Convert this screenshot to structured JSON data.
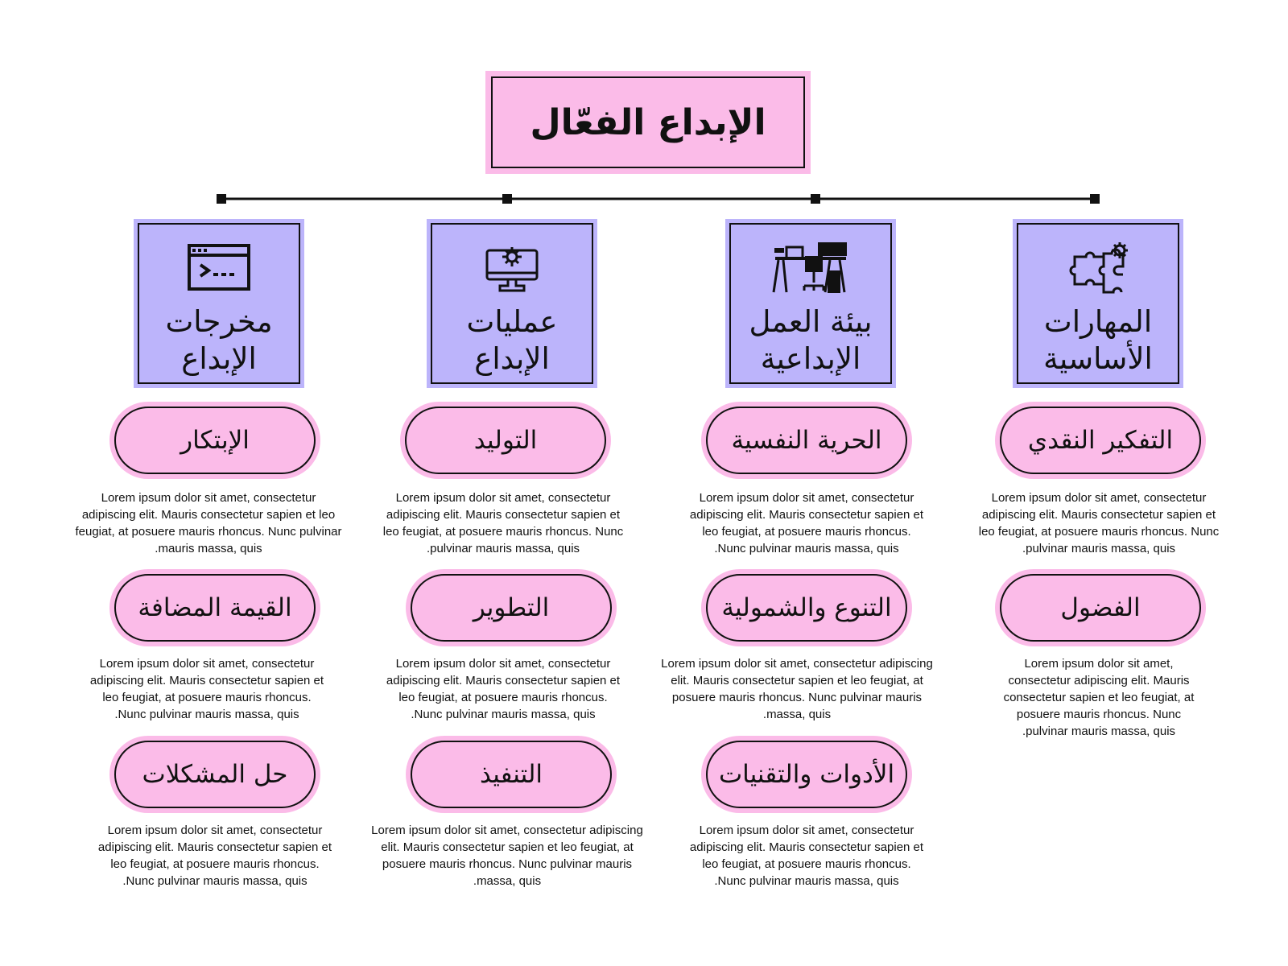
{
  "title": "الإبداع الفعّال",
  "colors": {
    "pink": "#fbbbe8",
    "lavender": "#bcb4fb",
    "ink": "#111111"
  },
  "columns": [
    {
      "header": "المهارات الأساسية",
      "icon": "puzzle-gear-icon",
      "items": [
        {
          "label": "التفكير النقدي",
          "text": "Lorem ipsum dolor sit amet, consectetur adipiscing elit. Mauris consectetur sapien et leo feugiat, at posuere mauris rhoncus. Nunc pulvinar mauris massa, quis."
        },
        {
          "label": "الفضول",
          "text": "Lorem ipsum dolor sit amet, consectetur adipiscing elit. Mauris consectetur sapien et leo feugiat, at posuere mauris rhoncus. Nunc pulvinar mauris massa, quis."
        }
      ]
    },
    {
      "header": "بيئة العمل الإبداعية",
      "icon": "workspace-icon",
      "items": [
        {
          "label": "الحرية النفسية",
          "text": "Lorem ipsum dolor sit amet, consectetur adipiscing elit. Mauris consectetur sapien et leo feugiat, at posuere mauris rhoncus. Nunc pulvinar mauris massa, quis."
        },
        {
          "label": "التنوع والشمولية",
          "text": "Lorem ipsum dolor sit amet, consectetur adipiscing elit. Mauris consectetur sapien et leo feugiat, at posuere mauris rhoncus. Nunc pulvinar mauris massa, quis."
        },
        {
          "label": "الأدوات والتقنيات",
          "text": "Lorem ipsum dolor sit amet, consectetur adipiscing elit. Mauris consectetur sapien et leo feugiat, at posuere mauris rhoncus. Nunc pulvinar mauris massa, quis."
        }
      ]
    },
    {
      "header": "عمليات الإبداع",
      "icon": "monitor-gear-icon",
      "items": [
        {
          "label": "التوليد",
          "text": "Lorem ipsum dolor sit amet, consectetur adipiscing elit. Mauris consectetur sapien et leo feugiat, at posuere mauris rhoncus. Nunc pulvinar mauris massa, quis."
        },
        {
          "label": "التطوير",
          "text": "Lorem ipsum dolor sit amet, consectetur adipiscing elit. Mauris consectetur sapien et leo feugiat, at posuere mauris rhoncus. Nunc pulvinar mauris massa, quis."
        },
        {
          "label": "التنفيذ",
          "text": "Lorem ipsum dolor sit amet, consectetur adipiscing elit. Mauris consectetur sapien et leo feugiat, at posuere mauris rhoncus. Nunc pulvinar mauris massa, quis."
        }
      ]
    },
    {
      "header": "مخرجات الإبداع",
      "icon": "terminal-window-icon",
      "items": [
        {
          "label": "الإبتكار",
          "text": "Lorem ipsum dolor sit amet, consectetur adipiscing elit. Mauris consectetur sapien et leo feugiat, at posuere mauris rhoncus. Nunc pulvinar mauris massa, quis."
        },
        {
          "label": "القيمة المضافة",
          "text": "Lorem ipsum dolor sit amet, consectetur adipiscing elit. Mauris consectetur sapien et leo feugiat, at posuere mauris rhoncus. Nunc pulvinar mauris massa, quis."
        },
        {
          "label": "حل المشكلات",
          "text": "Lorem ipsum dolor sit amet, consectetur adipiscing elit. Mauris consectetur sapien et leo feugiat, at posuere mauris rhoncus. Nunc pulvinar mauris massa, quis."
        }
      ]
    }
  ]
}
